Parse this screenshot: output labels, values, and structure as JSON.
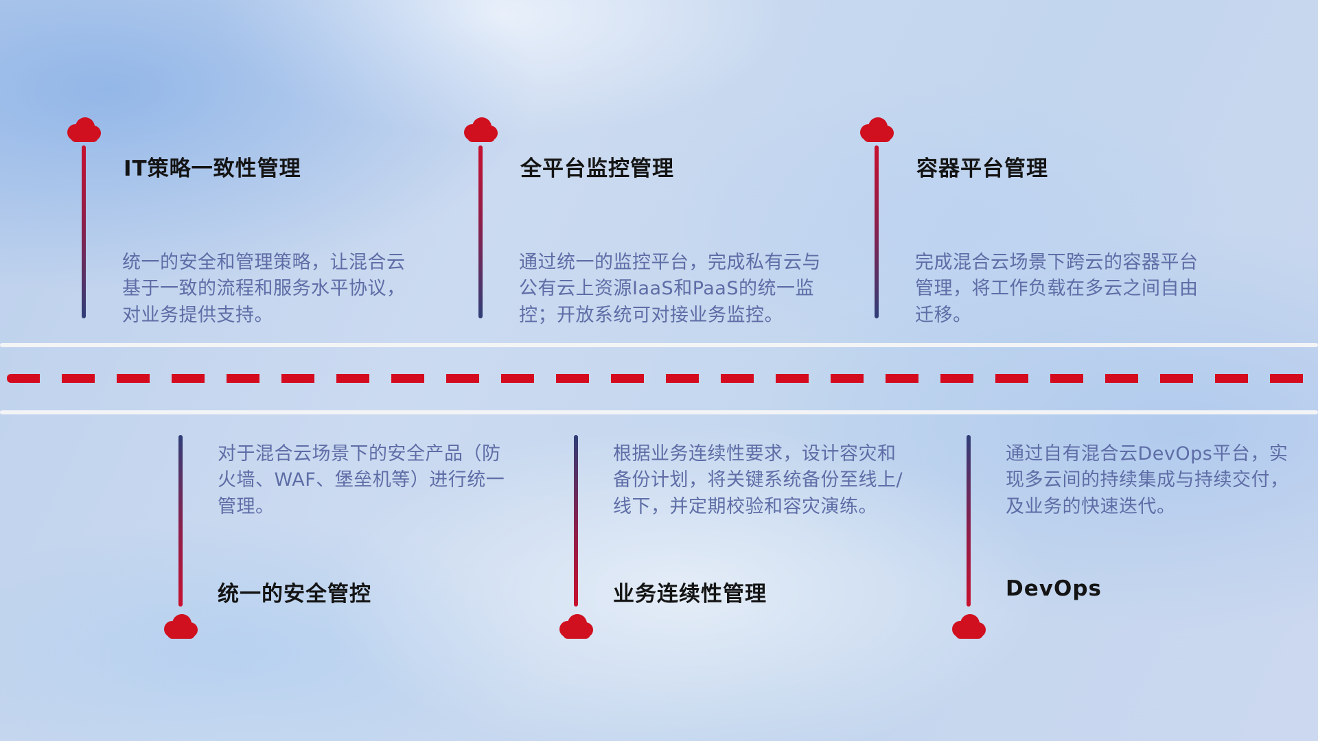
{
  "colors": {
    "cloud_red": "#d0101f",
    "stem_red": "#c8102e",
    "stem_navy": "#2f3e78",
    "dash_red": "#d40b1f",
    "road_white": "#f3f4f6",
    "title_text": "#141414",
    "desc_text": "#5e6da6"
  },
  "icons": {
    "marker": "cloud-icon"
  },
  "items": {
    "top": [
      {
        "title": "IT策略一致性管理",
        "description": "统一的安全和管理策略，让混合云基于一致的流程和服务水平协议，对业务提供支持。"
      },
      {
        "title": "全平台监控管理",
        "description": "通过统一的监控平台，完成私有云与公有云上资源IaaS和PaaS的统一监控；开放系统可对接业务监控。"
      },
      {
        "title": "容器平台管理",
        "description": "完成混合云场景下跨云的容器平台管理，将工作负载在多云之间自由迁移。"
      }
    ],
    "bottom": [
      {
        "title": "统一的安全管控",
        "description": "对于混合云场景下的安全产品（防火墙、WAF、堡垒机等）进行统一管理。"
      },
      {
        "title": "业务连续性管理",
        "description": "根据业务连续性要求，设计容灾和备份计划，将关键系统备份至线上/线下，并定期校验和容灾演练。"
      },
      {
        "title": "DevOps",
        "description": "通过自有混合云DevOps平台，实现多云间的持续集成与持续交付，及业务的快速迭代。"
      }
    ]
  }
}
